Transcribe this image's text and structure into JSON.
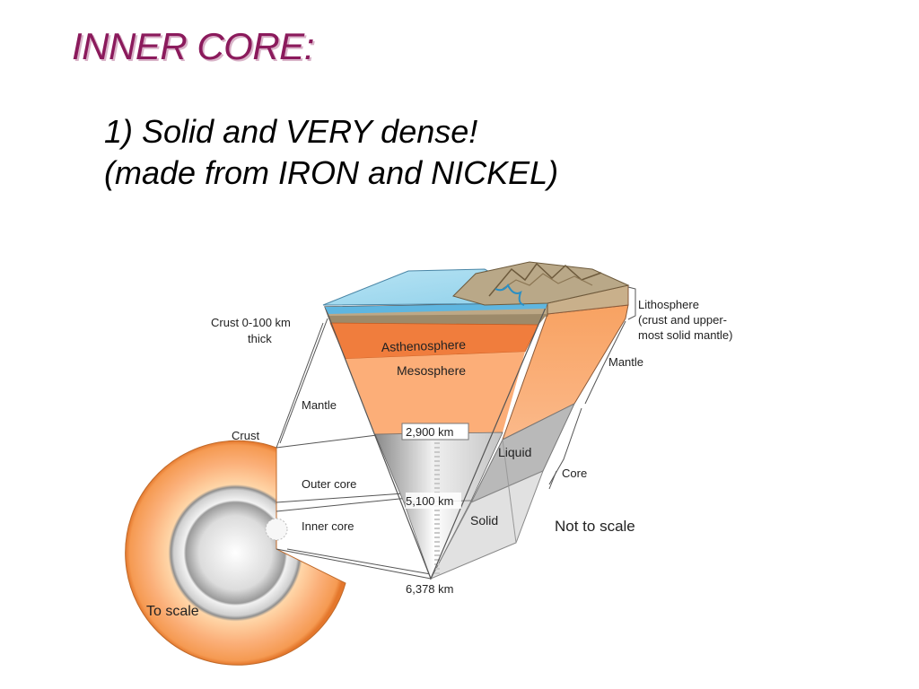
{
  "slide": {
    "title": "INNER CORE:",
    "line1": "1) Solid and VERY dense!",
    "line2": "(made from IRON and NICKEL)"
  },
  "diagram": {
    "labels": {
      "crust_thickness_1": "Crust 0-100 km",
      "crust_thickness_2": "thick",
      "mantle_left": "Mantle",
      "crust": "Crust",
      "outer_core": "Outer core",
      "inner_core": "Inner core",
      "to_scale": "To scale",
      "asthenosphere": "Asthenosphere",
      "mesosphere": "Mesosphere",
      "depth_2900": "2,900 km",
      "depth_5100": "5,100 km",
      "depth_6378": "6,378 km",
      "liquid": "Liquid",
      "solid": "Solid",
      "lithosphere_1": "Lithosphere",
      "lithosphere_2": "(crust and upper-",
      "lithosphere_3": "most solid mantle)",
      "mantle_right": "Mantle",
      "core": "Core",
      "not_to_scale": "Not to scale"
    },
    "colors": {
      "ocean": "#a9dcef",
      "asthenosphere": "#f08a4b",
      "mesosphere": "#fbb07a",
      "outer_core": "#cfcfcf",
      "inner_core": "#e9e9e9",
      "land": "#b9a888"
    }
  }
}
